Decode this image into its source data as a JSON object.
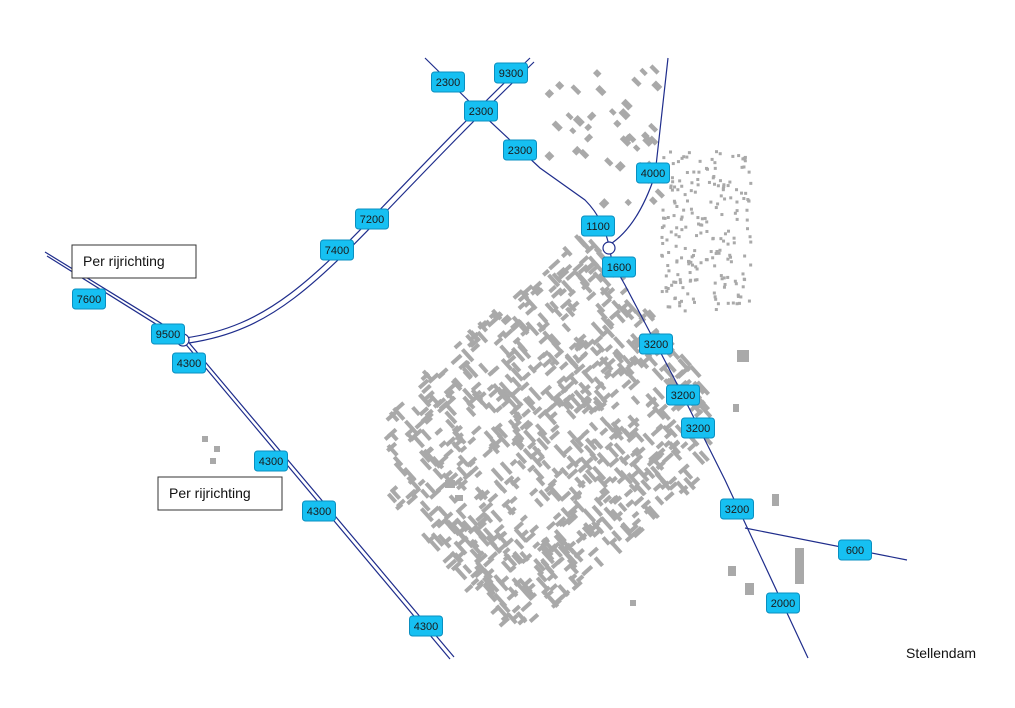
{
  "place_name": "Stellendam",
  "direction_notes": [
    "Per rijrichting",
    "Per rijrichting"
  ],
  "colors": {
    "road": "#1f2d8c",
    "label_fill": "#16c0f2",
    "label_border": "#0a8fc0",
    "building": "#a9a9a9"
  },
  "traffic_labels": [
    "2300",
    "9300",
    "2300",
    "2300",
    "4000",
    "1100",
    "1600",
    "7200",
    "7400",
    "7600",
    "9500",
    "4300",
    "3200",
    "3200",
    "3200",
    "4300",
    "4300",
    "3200",
    "600",
    "2000",
    "4300"
  ]
}
